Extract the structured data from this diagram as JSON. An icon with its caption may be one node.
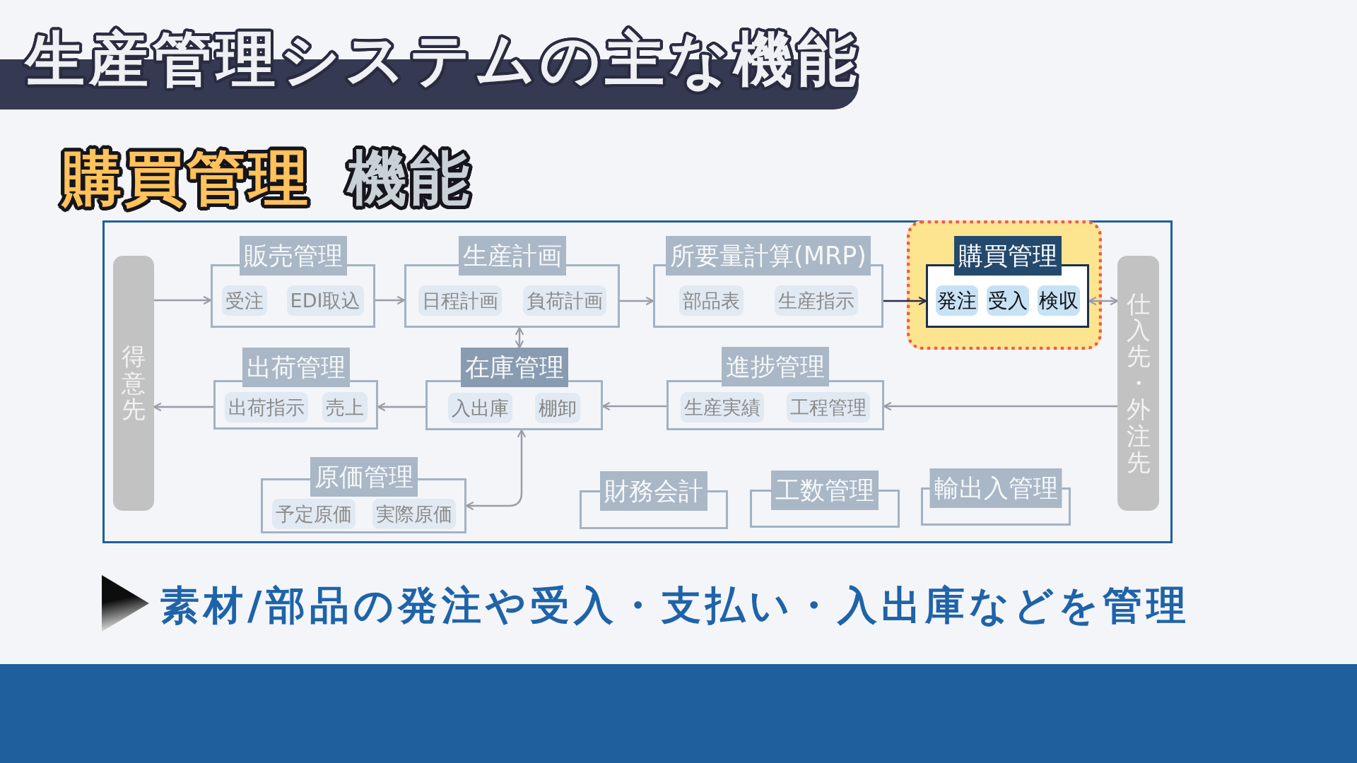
{
  "diagram": {
    "title": "生産管理システムの主な機能",
    "nodes": [
      {
        "text": [
          "得意先"
        ]
      },
      {
        "text": [
          "販売管理"
        ]
      },
      {
        "text": [
          "受注"
        ],
        "in": 1
      },
      {
        "text": [
          "EDI取込"
        ],
        "in": 1
      },
      {
        "text": [
          "生産計画"
        ]
      },
      {
        "text": [
          "日程計画"
        ],
        "in": 4
      },
      {
        "text": [
          "負荷計画"
        ],
        "in": 4
      },
      {
        "text": [
          "所要量計算(MRP)"
        ]
      },
      {
        "text": [
          "部品表"
        ],
        "in": 7
      },
      {
        "text": [
          "生産指示"
        ],
        "in": 7
      },
      {
        "text": [
          "購買管理"
        ]
      },
      {
        "text": [
          "発注"
        ],
        "in": 10
      },
      {
        "text": [
          "受入"
        ],
        "in": 10
      },
      {
        "text": [
          "検収"
        ],
        "in": 10
      },
      {
        "text": [
          "仕入先・外注先"
        ]
      },
      {
        "text": [
          "出荷管理"
        ]
      },
      {
        "text": [
          "出荷指示"
        ],
        "in": 15
      },
      {
        "text": [
          "売上"
        ],
        "in": 15
      },
      {
        "text": [
          "在庫管理"
        ]
      },
      {
        "text": [
          "入出庫"
        ],
        "in": 18
      },
      {
        "text": [
          "棚卸"
        ],
        "in": 18
      },
      {
        "text": [
          "進捗管理"
        ]
      },
      {
        "text": [
          "生産実績"
        ],
        "in": 21
      },
      {
        "text": [
          "工程管理"
        ],
        "in": 21
      },
      {
        "text": [
          "原価管理"
        ]
      },
      {
        "text": [
          "予定原価"
        ],
        "in": 24
      },
      {
        "text": [
          "実際原価"
        ],
        "in": 24
      },
      {
        "text": [
          "財務会計"
        ]
      },
      {
        "text": [
          "工数管理"
        ]
      },
      {
        "text": [
          "輸出入管理"
        ]
      }
    ],
    "edges": [
      {
        "from": 0,
        "to": 1,
        "arrow": "to"
      },
      {
        "from": 1,
        "to": 4,
        "arrow": "to"
      },
      {
        "from": 4,
        "to": 7,
        "arrow": "to"
      },
      {
        "from": 7,
        "to": 10,
        "arrow": "to",
        "color": "#2b2e48"
      },
      {
        "from": 10,
        "to": 14,
        "arrow": "both"
      },
      {
        "from": 4,
        "to": 18,
        "arrow": "both"
      },
      {
        "from": 14,
        "to": 21,
        "arrow": "to"
      },
      {
        "from": 21,
        "to": 18,
        "arrow": "to"
      },
      {
        "from": 18,
        "to": 15,
        "arrow": "to"
      },
      {
        "from": 15,
        "to": 0,
        "arrow": "to"
      },
      {
        "from": 24,
        "to": 18,
        "arrow": "both"
      }
    ],
    "labels": [
      "購買管理",
      "機能"
    ],
    "caption": "素材/部品の発注や受入・支払い・入出庫などを管理"
  }
}
